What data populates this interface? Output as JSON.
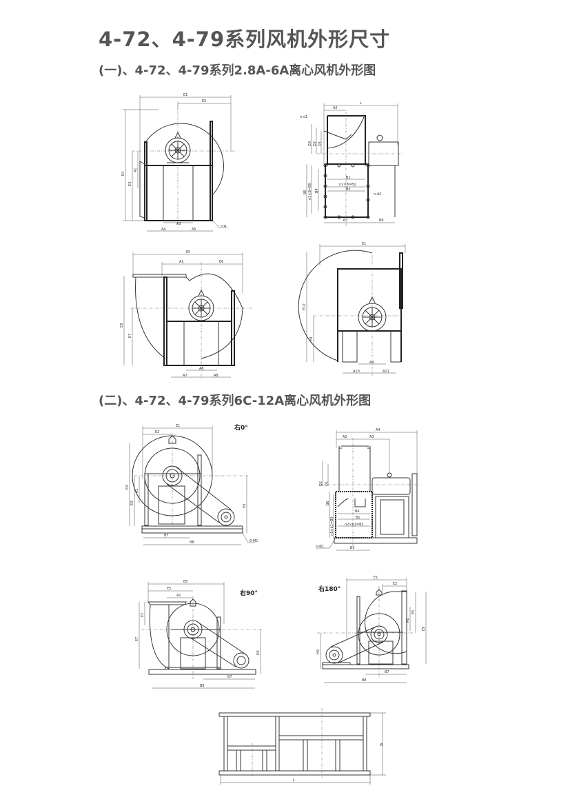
{
  "title": "4-72、4-79系列风机外形尺寸",
  "section1": {
    "heading": "(一)、4-72、4-79系列2.8A-6A离心风机外形图",
    "fig1": {
      "E1": "E1",
      "E2": "E2",
      "E3": "E3",
      "E4": "E4",
      "A1": "A1",
      "A3": "A3",
      "A4": "A4",
      "A5": "A5",
      "hole": "n-φ"
    },
    "fig2": {
      "L": "L",
      "A2": "A2",
      "nd1": "n-d1",
      "D1": "D1",
      "D2": "D2",
      "D3": "D3",
      "B1": "B1",
      "n2": "n2×B=B2",
      "B3": "B3",
      "B4": "B4",
      "B6": "B6",
      "n1": "n1×B=B5",
      "nd2": "n-d2",
      "B7": "B7",
      "B8": "B8"
    },
    "fig3": {
      "E5": "E5",
      "A1": "A1",
      "E6": "E6",
      "E7": "E7",
      "E8": "E8",
      "A6": "A6",
      "A7": "A7",
      "A8": "A8"
    },
    "fig4": {
      "E1": "E1",
      "E9": "E9",
      "E10": "E10",
      "A9": "A9",
      "A10": "A10",
      "A11": "A11"
    }
  },
  "section2": {
    "heading": "(二)、4-72、4-79系列6C-12A离心风机外形图",
    "fig5": {
      "angle": "右0°",
      "E1": "E1",
      "E2": "E2",
      "E3": "E3",
      "E4": "E4",
      "A1": "A1",
      "H1": "H1",
      "B7": "B7",
      "B8": "B8",
      "M1": "6-M1"
    },
    "fig6": {
      "A4": "A4",
      "A2": "A2",
      "A3": "A3",
      "D1": "D1",
      "D2": "D2",
      "B1": "B1",
      "B4": "B4",
      "B6": "B6",
      "n1": "n1×b1=B5",
      "n2": "n2×b2=B2",
      "nd1": "n-Φ1",
      "B3": "B3"
    },
    "fig7": {
      "angle": "右90°",
      "E6": "E6",
      "E5": "E5",
      "A1": "A1",
      "E2": "E2",
      "E7": "E7",
      "H2": "H2",
      "B7": "B7",
      "B8": "B8"
    },
    "fig8": {
      "angle": "右180°",
      "E1": "E1",
      "E2": "E2",
      "A1": "A1",
      "E5": "E5",
      "E9": "E9",
      "H3": "H3",
      "B7": "B7",
      "B8": "B8"
    },
    "fig9": {
      "W": "W",
      "L": "L"
    }
  }
}
